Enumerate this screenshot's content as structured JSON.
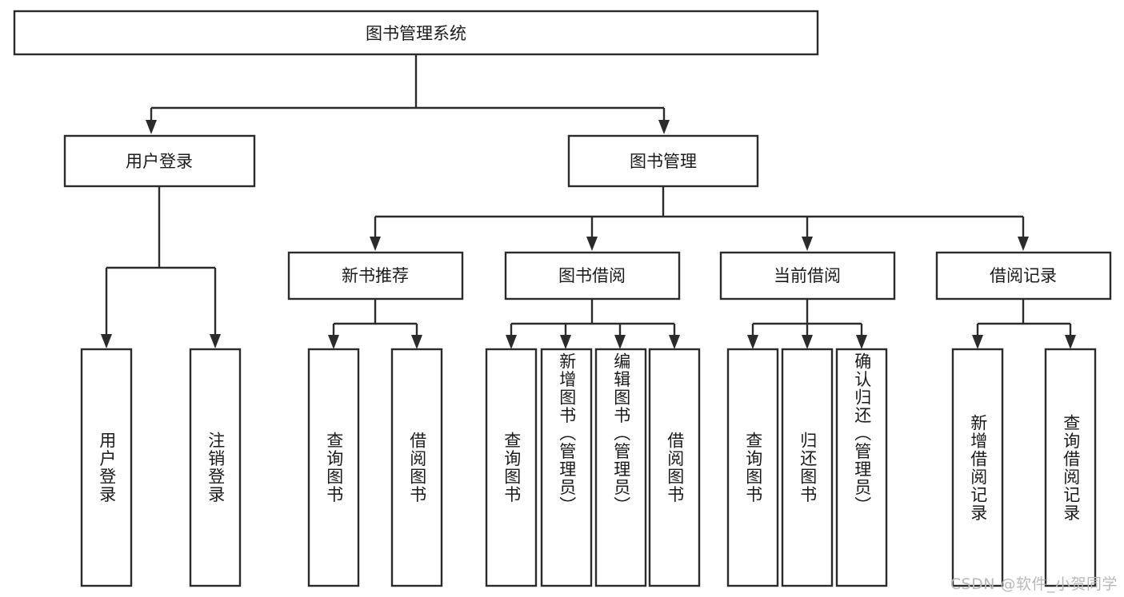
{
  "diagram": {
    "title": "图书管理系统",
    "type": "tree-hierarchy",
    "watermark": "CSDN @软件_小贺同学",
    "colors": {
      "stroke": "#2b2b2b",
      "fill": "#ffffff",
      "text": "#1a1a1a",
      "watermark": "#b9b9b9"
    },
    "root": {
      "label": "图书管理系统"
    },
    "level2": [
      {
        "label": "用户登录"
      },
      {
        "label": "图书管理"
      }
    ],
    "level3": [
      {
        "label": "新书推荐"
      },
      {
        "label": "图书借阅"
      },
      {
        "label": "当前借阅"
      },
      {
        "label": "借阅记录"
      }
    ],
    "leaves": {
      "user_login": [
        {
          "label": "用户登录"
        },
        {
          "label": "注销登录"
        }
      ],
      "new_book_recommend": [
        {
          "label": "查询图书"
        },
        {
          "label": "借阅图书"
        }
      ],
      "book_borrow": [
        {
          "label": "查询图书"
        },
        {
          "label": "新增图书（管理员）"
        },
        {
          "label": "编辑图书（管理员）"
        },
        {
          "label": "借阅图书"
        }
      ],
      "current_borrow": [
        {
          "label": "查询图书"
        },
        {
          "label": "归还图书"
        },
        {
          "label": "确认归还（管理员）"
        }
      ],
      "borrow_record": [
        {
          "label": "新增借阅记录"
        },
        {
          "label": "查询借阅记录"
        }
      ]
    }
  }
}
